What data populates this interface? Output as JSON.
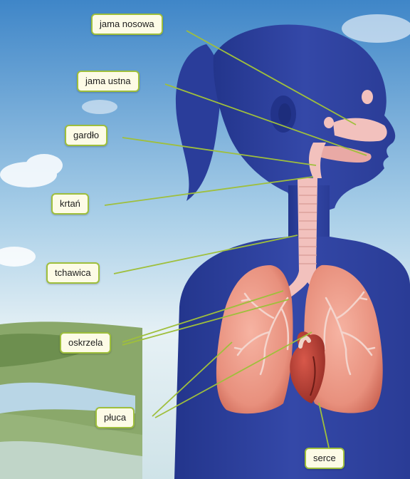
{
  "labels": {
    "nasal_cavity": "jama nosowa",
    "oral_cavity": "jama ustna",
    "throat": "gardło",
    "larynx": "krtań",
    "trachea": "tchawica",
    "bronchi": "oskrzela",
    "lungs": "płuca",
    "heart": "serce"
  },
  "colors": {
    "silhouette": "#2f43a0",
    "lungs": "#e8907d",
    "airway": "#f2c1bd",
    "heart": "#b83a30",
    "leader_line": "#9fbf3c",
    "label_fill": "#fdfbe6"
  }
}
